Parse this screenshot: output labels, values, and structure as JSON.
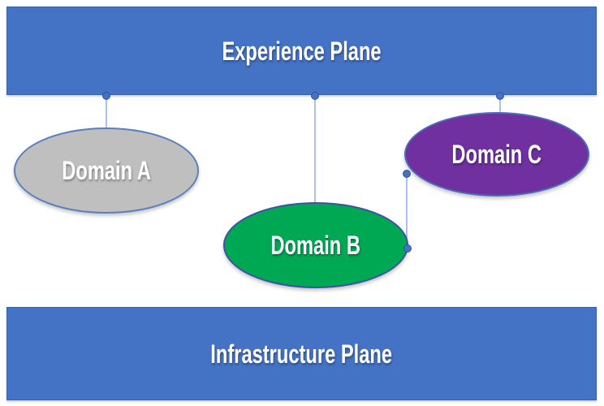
{
  "planes": [
    {
      "label": "Experience Plane",
      "fill_color": "#4472C4",
      "text_color": "#FFFFFF"
    },
    {
      "label": "Infrastructure Plane",
      "fill_color": "#4472C4",
      "text_color": "#FFFFFF"
    }
  ],
  "domains": [
    {
      "label": "Domain A",
      "fill_color": "#BFBFBF",
      "border_color": "#5B7FBE",
      "text_color": "#FFFFFF"
    },
    {
      "label": "Domain B",
      "fill_color": "#00A853",
      "border_color": "#3F51A5",
      "text_color": "#FFFFFF"
    },
    {
      "label": "Domain C",
      "fill_color": "#7030A0",
      "border_color": "#4B6CB8",
      "text_color": "#FFFFFF"
    }
  ],
  "connectors": [
    {
      "from": "experience-plane",
      "to": "domain-a",
      "line_color": "#A9C3E8",
      "dot_color": "#4472C4"
    },
    {
      "from": "experience-plane",
      "to": "domain-b",
      "line_color": "#A9C3E8",
      "dot_color": "#4472C4"
    },
    {
      "from": "experience-plane",
      "to": "domain-c",
      "line_color": "#A9C3E8",
      "dot_color": "#4472C4"
    },
    {
      "from": "domain-c",
      "to": "domain-b",
      "line_color": "#A9C3E8",
      "dot_color": "#4472C4"
    }
  ]
}
